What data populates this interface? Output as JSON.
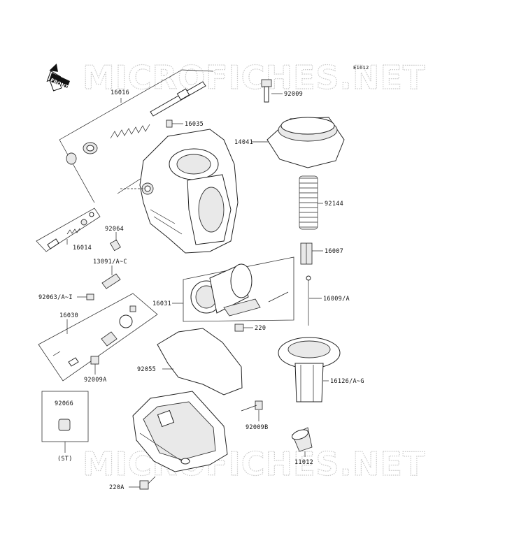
{
  "diagram_code": "E1612",
  "front_label": "FRONT",
  "watermark": "MICROFICHES.NET",
  "parts": {
    "p16016": "16016",
    "p16035": "16035",
    "p92009": "92009",
    "p14041": "14041",
    "p92144": "92144",
    "p92064": "92064",
    "p16014": "16014",
    "p13091": "13091/A~C",
    "p16007": "16007",
    "p92063": "92063/A~I",
    "p16031": "16031",
    "p16009": "16009/A",
    "p16030": "16030",
    "p220": "220",
    "p92055": "92055",
    "p16126": "16126/A~G",
    "p92009A": "92009A",
    "p92066": "92066",
    "p92009B": "92009B",
    "pST": "(ST)",
    "p11012": "11012",
    "p220A": "220A"
  }
}
